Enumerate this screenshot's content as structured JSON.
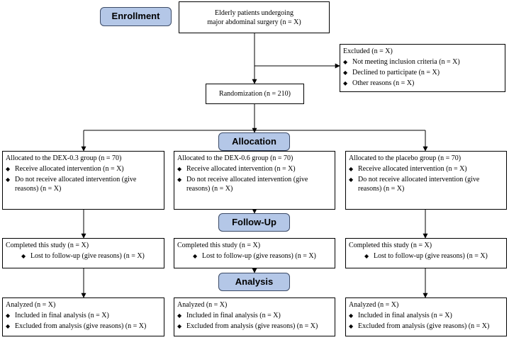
{
  "labels": {
    "enrollment": "Enrollment",
    "allocation": "Allocation",
    "followup": "Follow-Up",
    "analysis": "Analysis"
  },
  "enrollment_box": {
    "line1": "Elderly patients undergoing",
    "line2": "major abdominal surgery (n = X)"
  },
  "excluded_box": {
    "title": "Excluded (n = X)",
    "items": [
      "Not meeting inclusion criteria (n = X)",
      "Declined to participate (n = X)",
      "Other reasons (n = X)"
    ]
  },
  "randomization": "Randomization (n = 210)",
  "bullet_symbol": "◆",
  "groups": [
    {
      "allocated": "Allocated to the DEX-0.3 group (n = 70)",
      "receive": "Receive allocated intervention (n = X)",
      "not_receive": "Do not receive allocated intervention (give reasons) (n = X)",
      "completed": "Completed this study (n = X)",
      "lost": "Lost to follow-up (give reasons) (n = X)",
      "analyzed": "Analyzed (n = X)",
      "included": "Included in final analysis (n = X)",
      "excluded": "Excluded from analysis (give reasons) (n = X)"
    },
    {
      "allocated": "Allocated to the DEX-0.6 group (n = 70)",
      "receive": "Receive allocated intervention (n = X)",
      "not_receive": "Do not receive allocated intervention (give reasons) (n = X)",
      "completed": "Completed this study (n = X)",
      "lost": "Lost to follow-up (give reasons) (n = X)",
      "analyzed": "Analyzed (n = X)",
      "included": "Included in final analysis (n = X)",
      "excluded": "Excluded from analysis (give reasons) (n = X)"
    },
    {
      "allocated": "Allocated to the placebo group (n = 70)",
      "receive": "Receive allocated intervention (n = X)",
      "not_receive": "Do not receive allocated intervention (give reasons) (n = X)",
      "completed": "Completed this study (n = X)",
      "lost": "Lost to follow-up (give reasons) (n = X)",
      "analyzed": "Analyzed (n = X)",
      "included": "Included in final analysis (n = X)",
      "excluded": "Excluded from analysis (give reasons) (n = X)"
    }
  ]
}
